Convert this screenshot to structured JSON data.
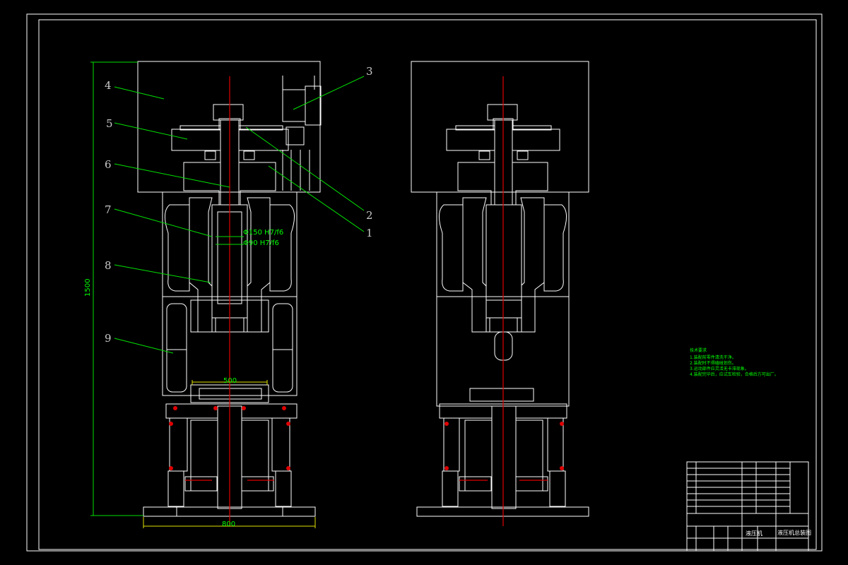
{
  "callouts": [
    "1",
    "2",
    "3",
    "4",
    "5",
    "6",
    "7",
    "8",
    "9"
  ],
  "dimensions": {
    "height": "1500",
    "inner_width": "500",
    "base_width": "800"
  },
  "annotations": {
    "line1": "Φ150 H7/f6",
    "line2": "Φ90 H7/f6"
  },
  "tech_requirements": {
    "title": "技术要求",
    "items": [
      "1.装配前零件清洗干净。",
      "2.装配时不得磕碰划伤。",
      "3.运动部件应灵活无卡滞现象。",
      "4.装配完毕后，应试车检验，合格后方可出厂。"
    ]
  },
  "title_block": {
    "drawing_name": "液压机",
    "drawing_title": "液压机总装图"
  },
  "colors": {
    "background": "#000000",
    "outline": "#ffffff",
    "annotation": "#00e000",
    "centerline": "#e00000",
    "dimension": "#e0e000"
  }
}
